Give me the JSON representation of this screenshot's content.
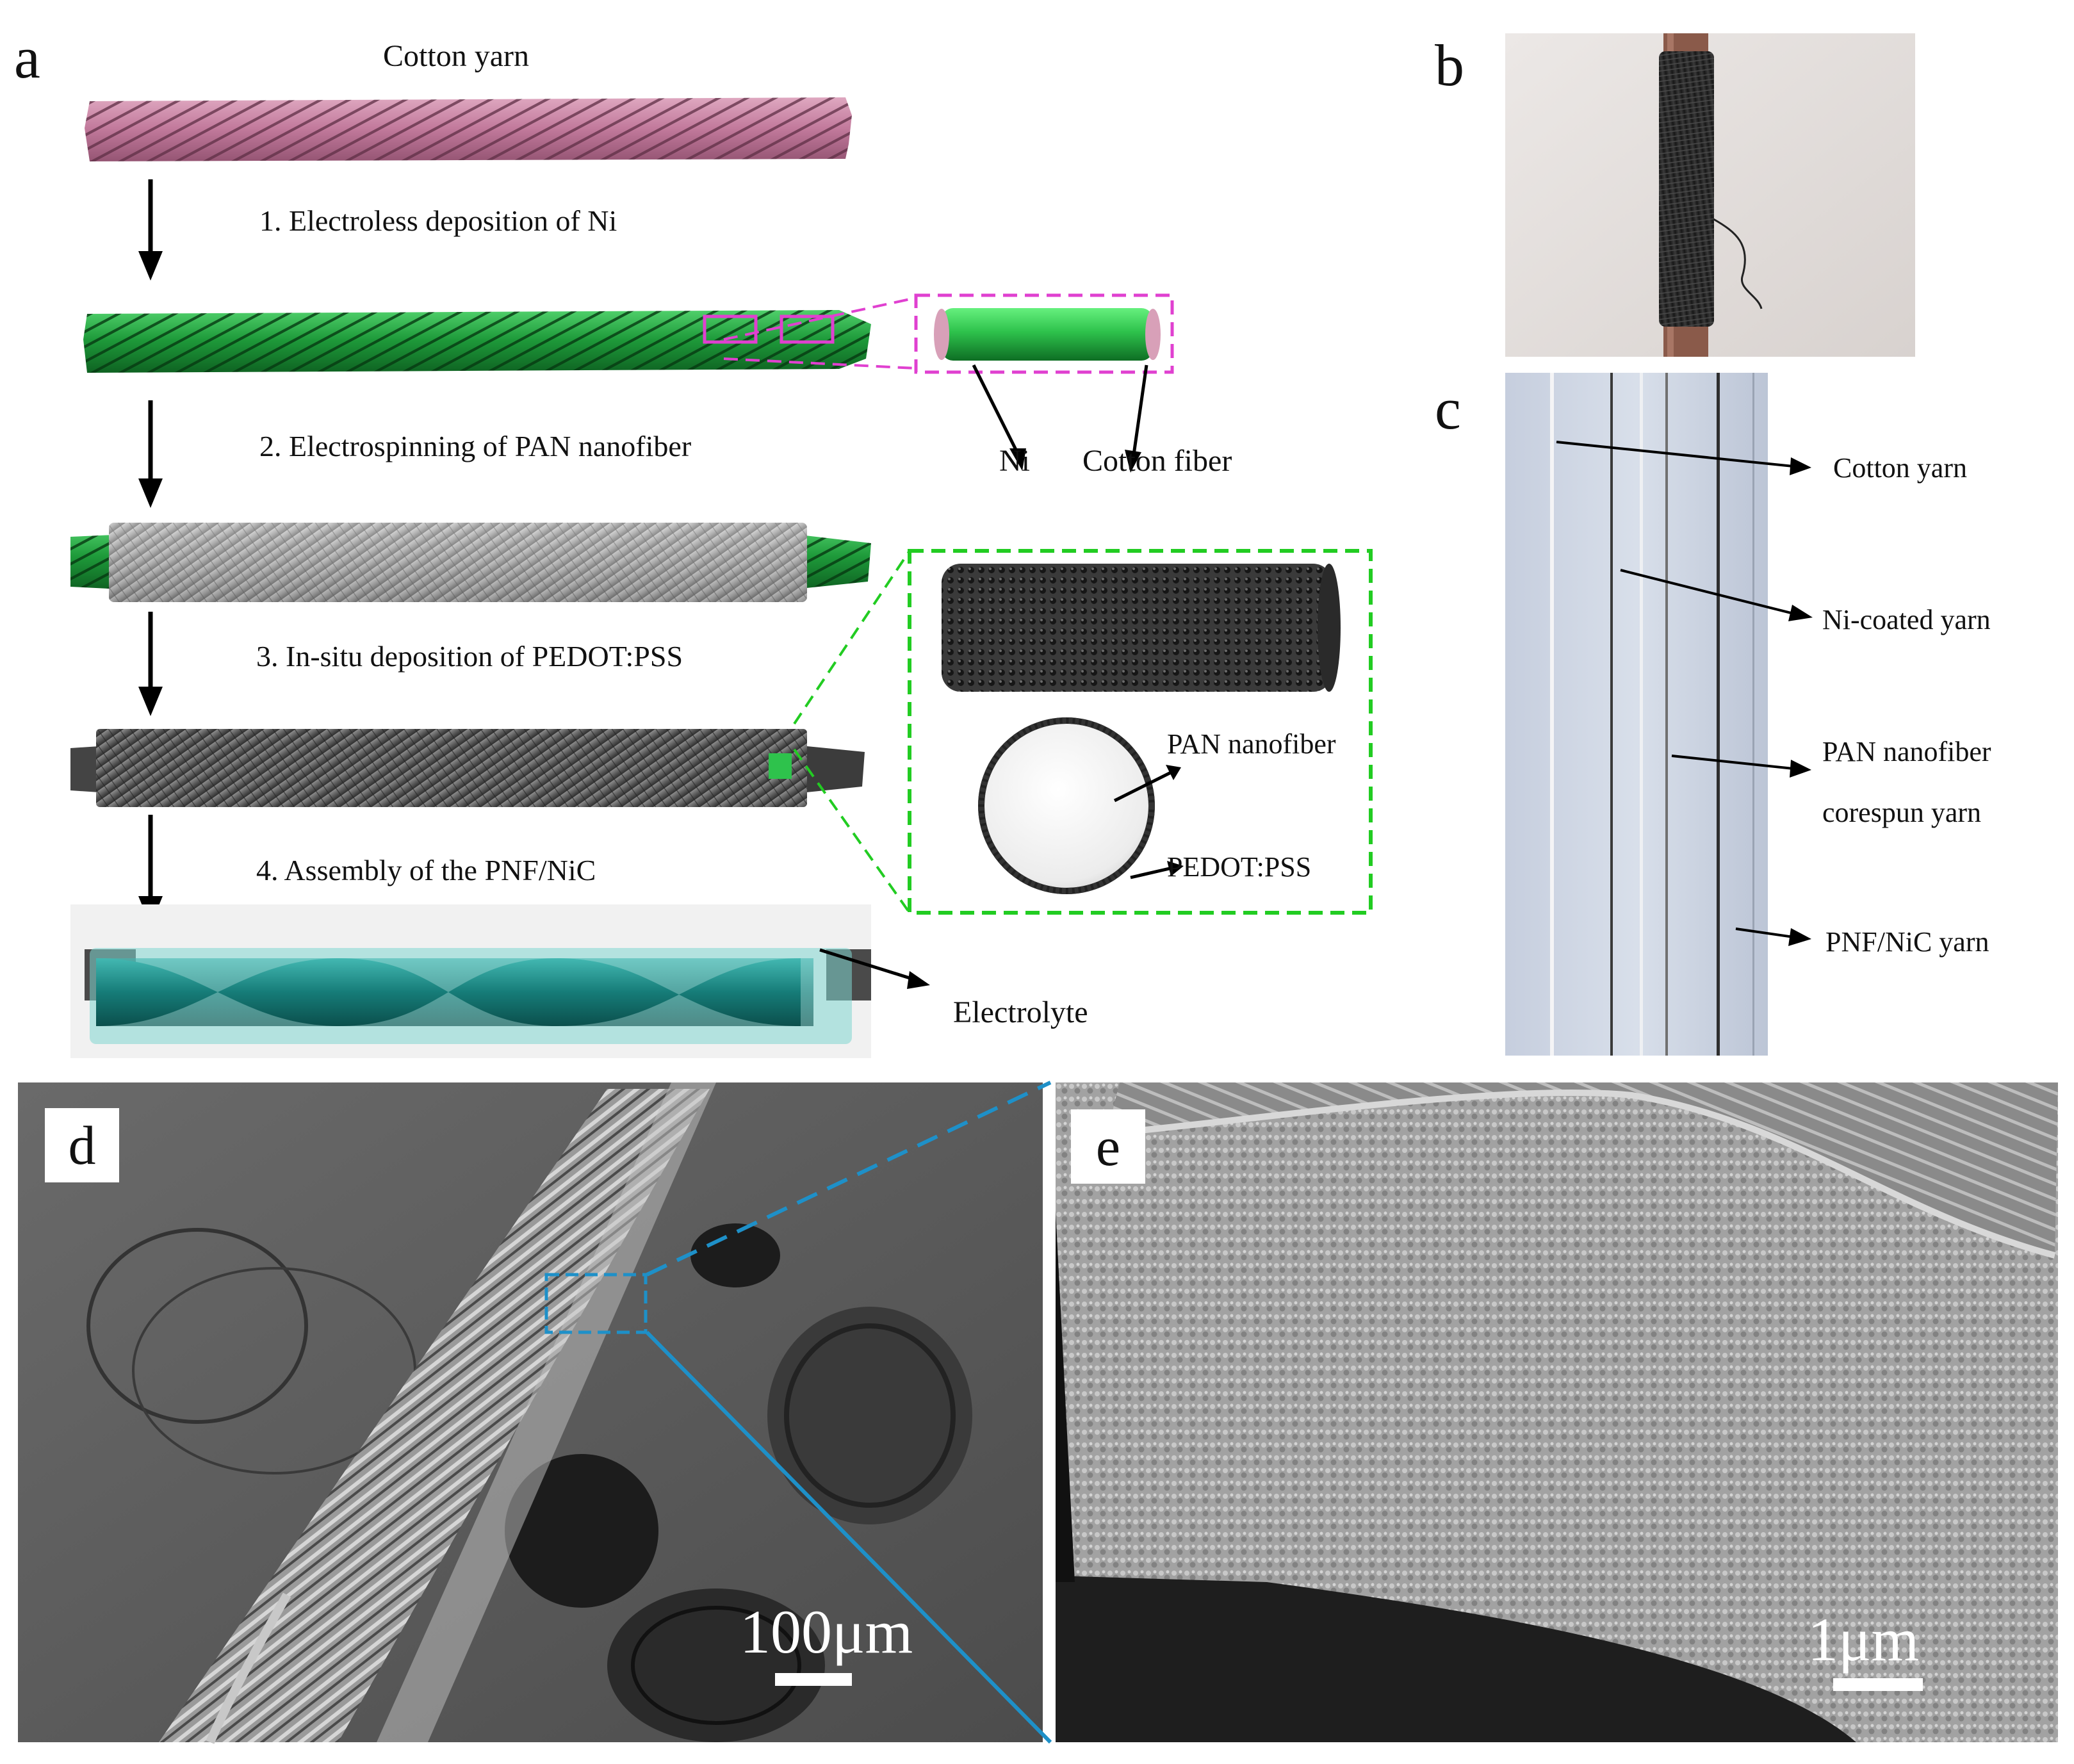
{
  "panels": {
    "a": {
      "letter": "a",
      "title": "Cotton yarn",
      "steps": [
        "1. Electroless deposition of Ni",
        "2. Electrospinning of PAN nanofiber",
        "3. In-situ deposition of PEDOT:PSS",
        "4. Assembly of  the PNF/NiC"
      ],
      "ni_inset": {
        "ni_label": "Ni",
        "cotton_fiber_label": "Cotton fiber"
      },
      "pedot_inset": {
        "pan_label": "PAN nanofiber",
        "pedot_label": "PEDOT:PSS"
      },
      "electrolyte_label": "Electrolyte"
    },
    "b": {
      "letter": "b"
    },
    "c": {
      "letter": "c",
      "labels": [
        "Cotton yarn",
        "Ni-coated yarn",
        "PAN nanofiber",
        "corespun yarn",
        "PNF/NiC yarn"
      ]
    },
    "d": {
      "letter": "d",
      "scale_label": "100μm"
    },
    "e": {
      "letter": "e",
      "scale_label": "1μm"
    }
  },
  "colors": {
    "cotton_pink": "#c98aa8",
    "nickel_green": "#1aa63a",
    "pan_gray": "#a8a8a8",
    "pedot_dark": "#555555",
    "electrolyte_teal": "#1f8f8a",
    "magenta_box": "#e040d0",
    "green_box": "#22cc22",
    "blue_zoom": "#1e90c8"
  }
}
